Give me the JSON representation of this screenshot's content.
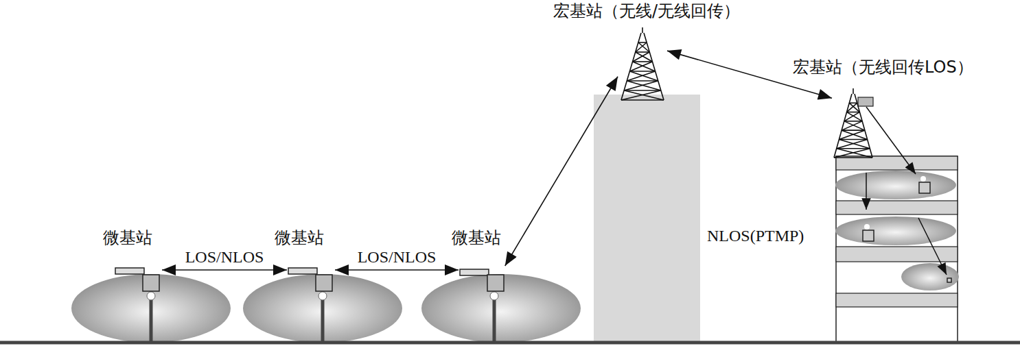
{
  "diagram": {
    "nodes": [
      {
        "text": [
          "微基站"
        ]
      },
      {
        "text": [
          "微基站"
        ]
      },
      {
        "text": [
          "微基站"
        ]
      },
      {
        "text": [
          "宏基站（无线/无线回传）"
        ]
      },
      {
        "text": [
          "宏基站（无线回传LOS）"
        ]
      }
    ],
    "edges": [
      {
        "from": 0,
        "to": 1,
        "label": "LOS/NLOS",
        "arrow": "both"
      },
      {
        "from": 1,
        "to": 2,
        "label": "LOS/NLOS",
        "arrow": "both"
      },
      {
        "from": 2,
        "to": 3,
        "arrow": "both"
      },
      {
        "from": 3,
        "to": 4,
        "arrow": "both"
      }
    ],
    "labels": [
      "NLOS(PTMP)"
    ]
  }
}
